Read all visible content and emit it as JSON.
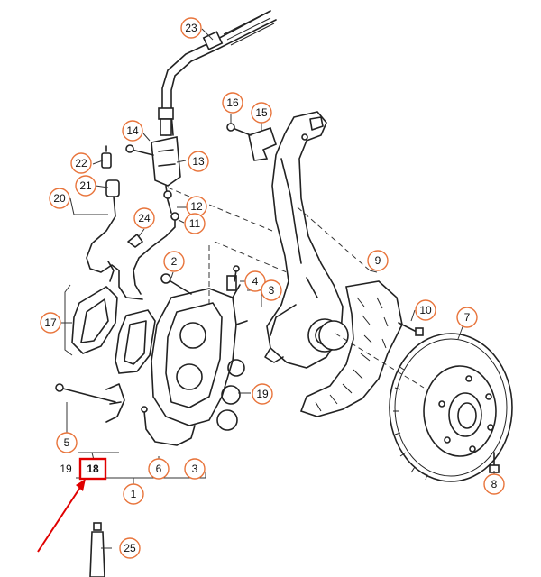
{
  "callouts": {
    "c1": "1",
    "c2": "2",
    "c3a": "3",
    "c3b": "3",
    "c4": "4",
    "c5": "5",
    "c6": "6",
    "c7": "7",
    "c8": "8",
    "c9": "9",
    "c10": "10",
    "c11": "11",
    "c12": "12",
    "c13": "13",
    "c14": "14",
    "c15": "15",
    "c16": "16",
    "c17": "17",
    "c18": "18",
    "c19a": "19",
    "c19b": "19",
    "c20": "20",
    "c21": "21",
    "c22": "22",
    "c23": "23",
    "c24": "24",
    "c25": "25"
  },
  "colors": {
    "callout_ring": "#e8743b",
    "highlight": "#e00000",
    "line": "#222222"
  }
}
